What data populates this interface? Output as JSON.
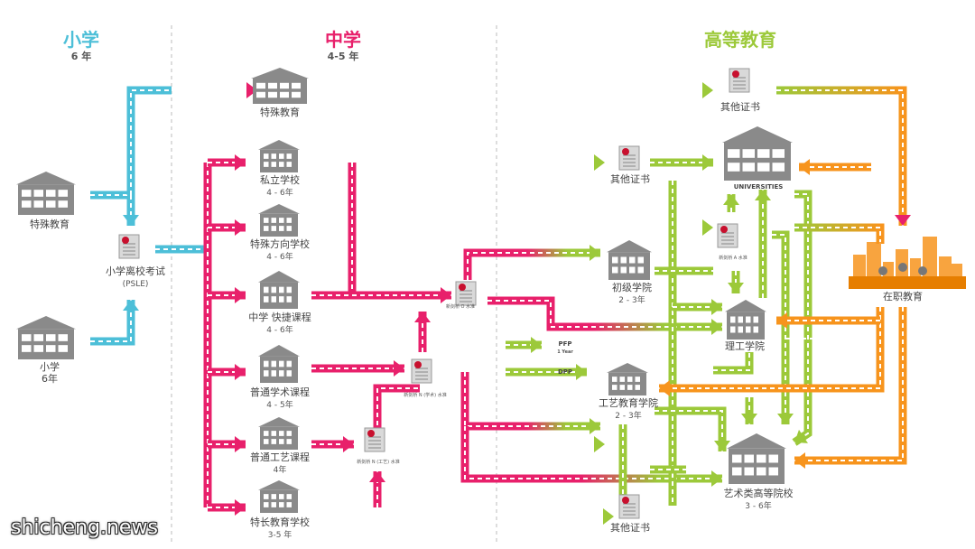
{
  "headers": {
    "primary": {
      "title": "小学",
      "sub": "6 年",
      "color": "#4dbfd8"
    },
    "secondary": {
      "title": "中学",
      "sub": "4-5 年",
      "color": "#e8206b"
    },
    "tertiary": {
      "title": "高等教育",
      "sub": "",
      "color": "#9cc93a"
    }
  },
  "nodes": {
    "special_edu_left": {
      "label": "特殊教育"
    },
    "primary_school": {
      "label": "小学",
      "sub": "6年"
    },
    "psle": {
      "label": "小学离校考试",
      "sub": "(PSLE)"
    },
    "special_edu_top": {
      "label": "特殊教育"
    },
    "private_school": {
      "label": "私立学校",
      "sub": "4 - 6年"
    },
    "specialised_school": {
      "label": "特殊方向学校",
      "sub": "4 - 6年"
    },
    "express": {
      "label": "中学 快捷课程",
      "sub": "4 - 6年"
    },
    "normal_academic": {
      "label": "普通学术课程",
      "sub": "4 - 5年"
    },
    "normal_technical": {
      "label": "普通工艺课程",
      "sub": "4年"
    },
    "specialised_independent": {
      "label": "特长教育学校",
      "sub": "3-5 年"
    },
    "cert_top": {
      "label": "其他证书"
    },
    "cert_mid": {
      "label": "其他证书"
    },
    "cert_bottom": {
      "label": "其他证书"
    },
    "o_level": {
      "label": "新剑桥 O 水准"
    },
    "n_a_level": {
      "label": "新剑桥 N (学术) 水准"
    },
    "n_t_level": {
      "label": "新剑桥 N (工艺) 水准"
    },
    "a_level": {
      "label": "新剑桥 A 水准"
    },
    "junior_college": {
      "label": "初级学院",
      "sub": "2 - 3年"
    },
    "ppp": {
      "label": "PFP",
      "sub": "1 Year"
    },
    "dpp": {
      "label": "DPP"
    },
    "universities": {
      "label": "UNIVERSITIES"
    },
    "polytechnic": {
      "label": "理工学院"
    },
    "ite": {
      "label": "工艺教育学院",
      "sub": "2 - 3年"
    },
    "arts": {
      "label": "艺术类高等院校",
      "sub": "3 - 6年"
    },
    "continuing": {
      "label": "在职教育"
    }
  },
  "colors": {
    "blue": "#4dbfd8",
    "pink": "#e8206b",
    "green": "#9cc93a",
    "orange": "#f7941d",
    "building": "#8a8a8a",
    "cert_red": "#c8102e"
  },
  "watermark": "shicheng.news"
}
